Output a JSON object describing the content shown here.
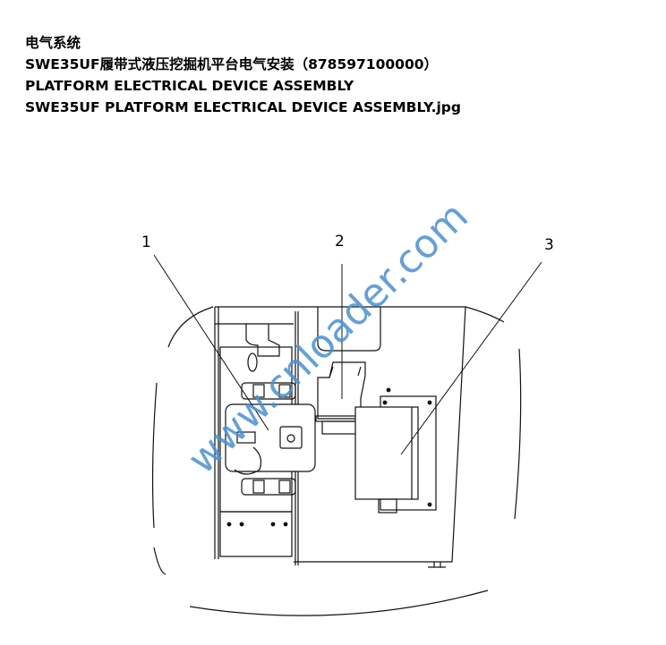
{
  "header": {
    "line1": "电气系统",
    "line2": "SWE35UF履带式液压挖掘机平台电气安装（878597100000）",
    "line3": "PLATFORM ELECTRICAL DEVICE ASSEMBLY",
    "line4": "SWE35UF PLATFORM ELECTRICAL DEVICE ASSEMBLY.jpg"
  },
  "diagram": {
    "callouts": [
      "1",
      "2",
      "3"
    ],
    "watermark": "www.cnloader.com"
  }
}
